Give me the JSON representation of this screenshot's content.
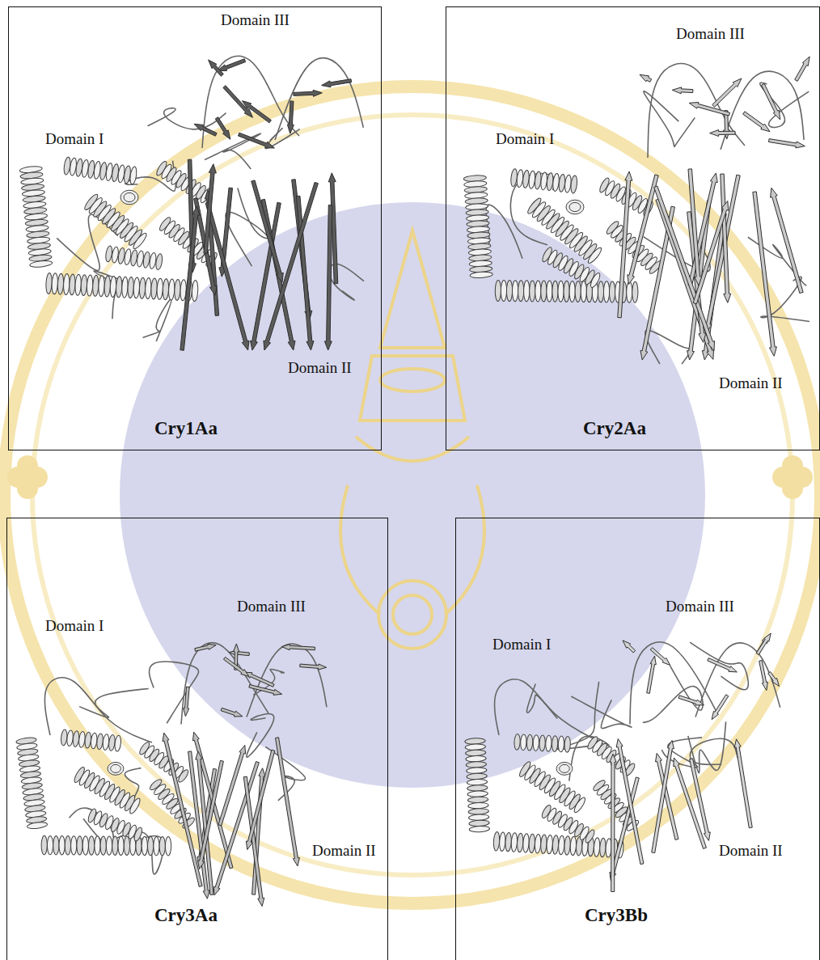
{
  "diagram": {
    "nodes": [
      {
        "text": [
          "Domain I",
          "Domain III",
          "Domain II",
          "Cry1Aa"
        ]
      },
      {
        "text": [
          "Domain I",
          "Domain III",
          "Domain II",
          "Cry2Aa"
        ]
      },
      {
        "text": [
          "Domain I",
          "Domain III",
          "Domain II",
          "Cry3Aa"
        ]
      },
      {
        "text": [
          "Domain I",
          "Domain III",
          "Domain II",
          "Cry3Bb"
        ]
      }
    ]
  }
}
